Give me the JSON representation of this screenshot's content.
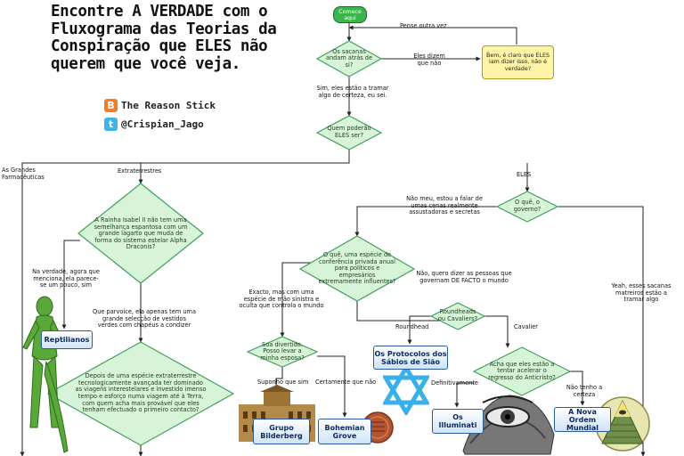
{
  "title": "Encontre A VERDADE com o Fluxograma das Teorias da Conspiração que ELES não querem que você veja.",
  "credits": {
    "blog_icon": "B",
    "blog": "The Reason Stick",
    "twitter_icon": "t",
    "twitter": "@Crispian_Jago"
  },
  "colors": {
    "diamond_fill": "#d7f4d9",
    "diamond_border": "#3fa05a",
    "start_fill": "#39b54a",
    "note_fill": "#fff3a6",
    "result_border": "#2c5c9a",
    "connector": "#222222"
  },
  "nodes": {
    "start": "Comece aqui",
    "q_chasing": "Os sacanas andam atrás de si?",
    "note_sure": "Bem, é claro que ELES iam dizer isso, não é verdade?",
    "q_power": "Quem poderão ELES ser?",
    "q_government": "O quê, o governo?",
    "q_queen": "A Rainha Isabel II não tem uma semelhança espantosa com um grande lagarto que muda de forma do sistema estelar Alpha Draconis?",
    "q_aliens": "Depois de uma espécie extraterrestre tecnologicamente avançada ter dominado as viagens interestelares e investido imenso tempo e esforço numa viagem até à Terra, com quem acha mais provável que eles tenham efectuado o primeiro contacto?",
    "q_conference": "O quê, uma espécie de conferência privada anual para políticos e empresários extremamente influentes?",
    "q_roundheads": "Roundheads ou Cavaliers?",
    "q_fun": "Soa divertido. Posso levar a minha esposa?",
    "q_antichrist": "Acha que eles estão a tentar acelerar o regresso do Anticristo?"
  },
  "results": {
    "reptilians": "Reptilianos",
    "protocols": "Os Protocolos dos Sábios de Sião",
    "bilderberg": "Grupo Bilderberg",
    "bohemian": "Bohemian Grove",
    "illuminati": "Os Illuminati",
    "new_order": "A Nova Ordem Mundial"
  },
  "edges": {
    "think_again": "Pense outra vez",
    "they_say_no": "Eles dizem que não",
    "yes_plotting": "Sim, eles estão a tramar algo de certeza, eu sei.",
    "big_pharma": "As Grandes Farmacêuticas",
    "aliens": "Extraterrestres",
    "them": "ELES",
    "not_mine": "Não meu, estou a falar de umas cenas realmente assustadoras e secretas",
    "yeah_bastards": "Yeah, esses sacanas matreiros estão a tramar algo",
    "actually": "Na verdade, agora que menciona, ela parece-se um pouco, sim",
    "nonsense": "Que parvoíce, ela apenas tem uma grande selecção de vestidos verdes com chapéus a condizer",
    "no_people": "Não, quero dizer as pessoas que governam DE FACTO o mundo",
    "exactly": "Exacto, mas com uma espécie de mão sinistra e oculta que controla o mundo",
    "roundhead": "Roundhead",
    "cavalier": "Cavalier",
    "suppose_yes": "Suponho que sim",
    "surely_not": "Certamente que não",
    "definitely": "Definitivamente",
    "not_sure": "Não tenho a certeza"
  },
  "icons": {
    "lizard": "reptilian-figure-icon",
    "star": "star-of-david-icon",
    "eye": "all-seeing-eye-icon",
    "pyramid": "pyramid-eye-icon",
    "palace": "palace-icon",
    "coin": "coin-icon"
  }
}
